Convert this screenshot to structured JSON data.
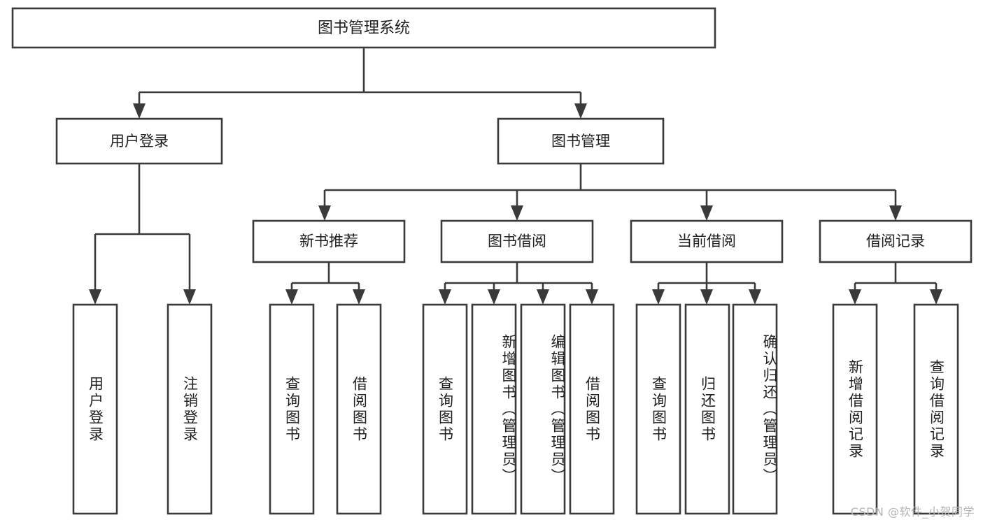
{
  "diagram": {
    "title": "图书管理系统",
    "type": "tree",
    "orientation": "top-down",
    "colors": {
      "box_stroke": "#3a3a3a",
      "box_fill": "#ffffff",
      "connector": "#3a3a3a",
      "text": "#1f1f1f",
      "background": "#ffffff",
      "watermark": "#b4b4b4"
    },
    "root": {
      "label": "图书管理系统"
    },
    "level1": [
      {
        "id": "user-login",
        "label": "用户登录"
      },
      {
        "id": "book-manage",
        "label": "图书管理"
      }
    ],
    "level2": [
      {
        "id": "new-book-recommend",
        "label": "新书推荐",
        "parent": "book-manage"
      },
      {
        "id": "book-borrow",
        "label": "图书借阅",
        "parent": "book-manage"
      },
      {
        "id": "current-borrow",
        "label": "当前借阅",
        "parent": "book-manage"
      },
      {
        "id": "borrow-record",
        "label": "借阅记录",
        "parent": "book-manage"
      }
    ],
    "leaves": {
      "user-login": [
        {
          "id": "leaf-user-login",
          "label": "用户登录"
        },
        {
          "id": "leaf-user-logout",
          "label": "注销登录"
        }
      ],
      "new-book-recommend": [
        {
          "id": "leaf-query-book-1",
          "label": "查询图书"
        },
        {
          "id": "leaf-borrow-book-1",
          "label": "借阅图书"
        }
      ],
      "book-borrow": [
        {
          "id": "leaf-query-book-2",
          "label": "查询图书"
        },
        {
          "id": "leaf-add-book",
          "label": "新增图书（管理员）"
        },
        {
          "id": "leaf-edit-book",
          "label": "编辑图书（管理员）"
        },
        {
          "id": "leaf-borrow-book-2",
          "label": "借阅图书"
        }
      ],
      "current-borrow": [
        {
          "id": "leaf-query-book-3",
          "label": "查询图书"
        },
        {
          "id": "leaf-return-book",
          "label": "归还图书"
        },
        {
          "id": "leaf-confirm-return",
          "label": "确认归还（管理员）"
        }
      ],
      "borrow-record": [
        {
          "id": "leaf-add-record",
          "label": "新增借阅记录"
        },
        {
          "id": "leaf-query-record",
          "label": "查询借阅记录"
        }
      ]
    },
    "watermark": "CSDN @软件_小贺同学"
  }
}
